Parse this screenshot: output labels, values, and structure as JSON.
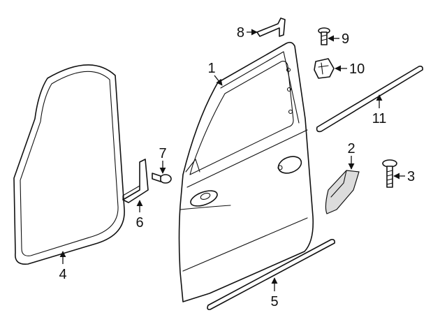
{
  "callouts": [
    "1",
    "2",
    "3",
    "4",
    "5",
    "6",
    "7",
    "8",
    "9",
    "10",
    "11"
  ],
  "colors": {
    "line": "#111111",
    "background": "#ffffff",
    "shade": "#dcdcdc"
  },
  "parts": [
    {
      "callout": "1",
      "icon": "door-shell-icon"
    },
    {
      "callout": "2",
      "icon": "door-bracket-icon"
    },
    {
      "callout": "3",
      "icon": "bolt-icon"
    },
    {
      "callout": "4",
      "icon": "door-seal-icon"
    },
    {
      "callout": "5",
      "icon": "lower-trim-strip-icon"
    },
    {
      "callout": "6",
      "icon": "hinge-bracket-icon"
    },
    {
      "callout": "7",
      "icon": "stud-bolt-icon"
    },
    {
      "callout": "8",
      "icon": "clip-icon"
    },
    {
      "callout": "9",
      "icon": "screw-icon"
    },
    {
      "callout": "10",
      "icon": "retainer-clip-icon"
    },
    {
      "callout": "11",
      "icon": "belt-molding-icon"
    }
  ]
}
